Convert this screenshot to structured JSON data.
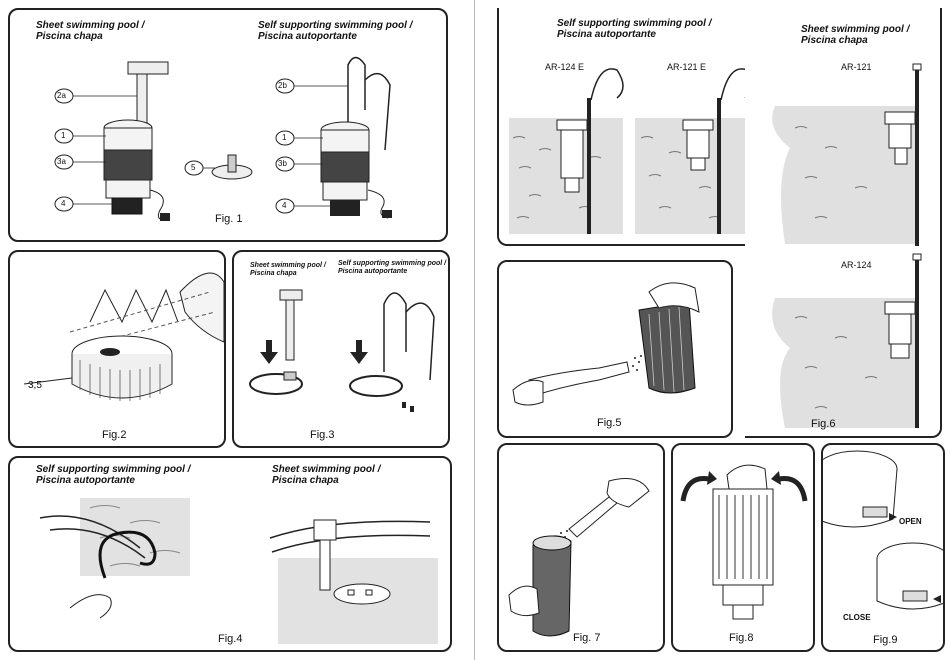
{
  "fig1": {
    "sheet_label": [
      "Sheet swimming pool /",
      "Piscina chapa"
    ],
    "self_label": [
      "Self supporting  swimming pool /",
      "Piscina autoportante"
    ],
    "callouts_left": [
      "2a",
      "1",
      "3a",
      "4"
    ],
    "callout_5": "5",
    "callouts_right": [
      "2b",
      "1",
      "3b",
      "4"
    ],
    "caption": "Fig. 1"
  },
  "fig2": {
    "measure": "3,5",
    "caption": "Fig.2"
  },
  "fig3": {
    "sheet_label": [
      "Sheet swimming pool /",
      "Piscina chapa"
    ],
    "self_label": [
      "Self supporting  swimming pool /",
      "Piscina autoportante"
    ],
    "caption": "Fig.3"
  },
  "fig4": {
    "self_label": [
      "Self supporting  swimming pool /",
      "Piscina autoportante"
    ],
    "sheet_label": [
      "Sheet swimming pool /",
      "Piscina chapa"
    ],
    "caption": "Fig.4"
  },
  "top_right": {
    "self_label": [
      "Self supporting  swimming pool /",
      "Piscina autoportante"
    ],
    "model_a": "AR-124 E",
    "model_b": "AR-121 E"
  },
  "fig6": {
    "sheet_label": [
      "Sheet swimming pool /",
      "Piscina chapa"
    ],
    "model_c": "AR-121",
    "model_d": "AR-124",
    "caption": "Fig.6"
  },
  "fig5": {
    "caption": "Fig.5"
  },
  "fig7": {
    "caption": "Fig. 7"
  },
  "fig8": {
    "caption": "Fig.8"
  },
  "fig9": {
    "open": "OPEN",
    "close": "CLOSE",
    "caption": "Fig.9"
  }
}
